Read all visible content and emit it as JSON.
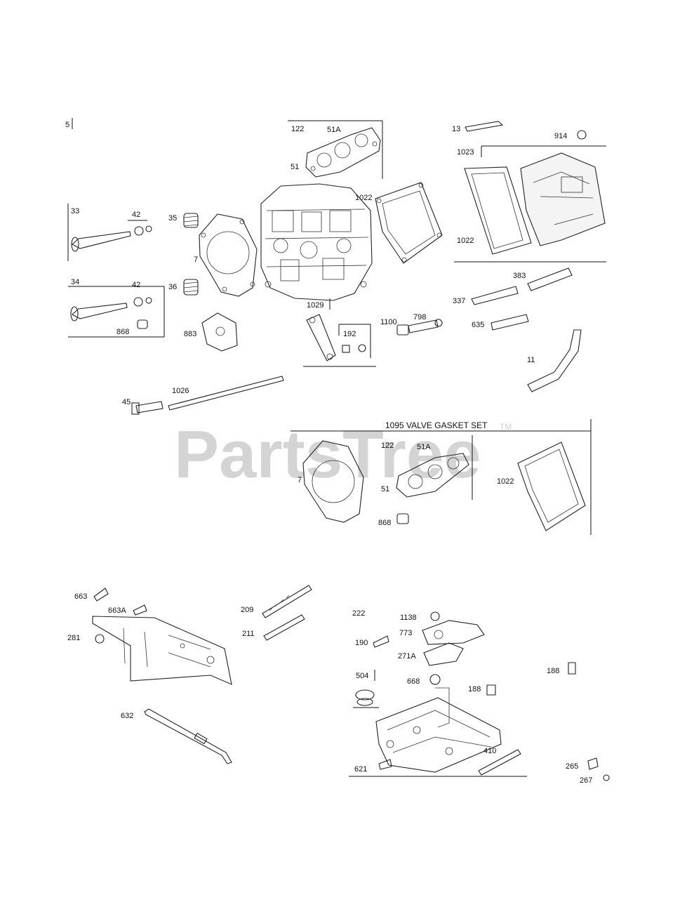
{
  "watermark": {
    "text": "PartsTree",
    "trademark": "TM"
  },
  "diagram": {
    "header_item": "5",
    "kit_title": "1095 VALVE GASKET SET",
    "labels": {
      "l122": "122",
      "l51A": "51A",
      "l51": "51",
      "l13": "13",
      "l914": "914",
      "l1023": "1023",
      "l1022a": "1022",
      "l1022b": "1022",
      "l33": "33",
      "l42a": "42",
      "l35": "35",
      "l7": "7",
      "l34": "34",
      "l42b": "42",
      "l36": "36",
      "l868": "868",
      "l883": "883",
      "l1029": "1029",
      "l192": "192",
      "l1100": "1100",
      "l798": "798",
      "l383": "383",
      "l337": "337",
      "l635": "635",
      "l11": "11",
      "l45": "45",
      "l1026": "1026",
      "k122": "122",
      "k51A": "51A",
      "k7": "7",
      "k51": "51",
      "k1022": "1022",
      "k868": "868",
      "l663": "663",
      "l663A": "663A",
      "l281": "281",
      "l209": "209",
      "l211": "211",
      "l632": "632",
      "l222": "222",
      "l1138": "1138",
      "l773": "773",
      "l190": "190",
      "l271A": "271A",
      "l188a": "188",
      "l504": "504",
      "l668": "668",
      "l188b": "188",
      "l410": "410",
      "l621": "621",
      "l265": "265",
      "l267": "267"
    }
  }
}
